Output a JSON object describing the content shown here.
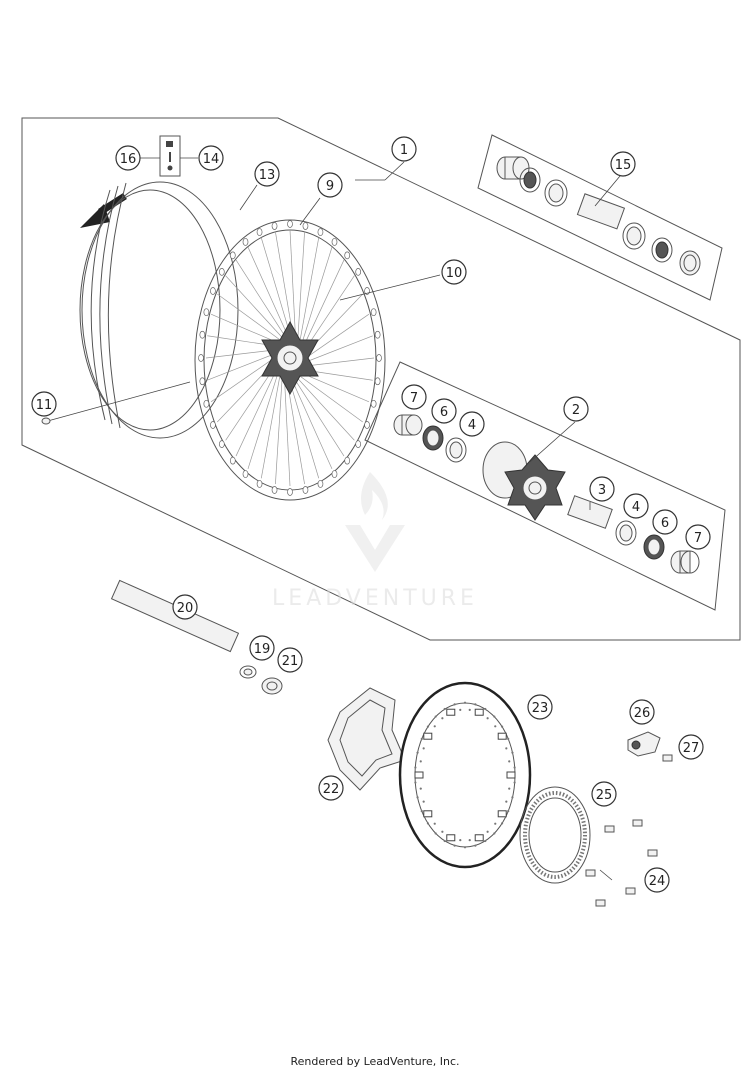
{
  "watermark": {
    "text": "LEADVENTURE"
  },
  "footer": {
    "credit": "Rendered by LeadVenture, Inc."
  },
  "callouts": [
    "1",
    "2",
    "3",
    "4",
    "4",
    "6",
    "6",
    "7",
    "7",
    "9",
    "10",
    "11",
    "13",
    "14",
    "15",
    "16",
    "19",
    "20",
    "21",
    "22",
    "23",
    "24",
    "25",
    "26",
    "27"
  ]
}
